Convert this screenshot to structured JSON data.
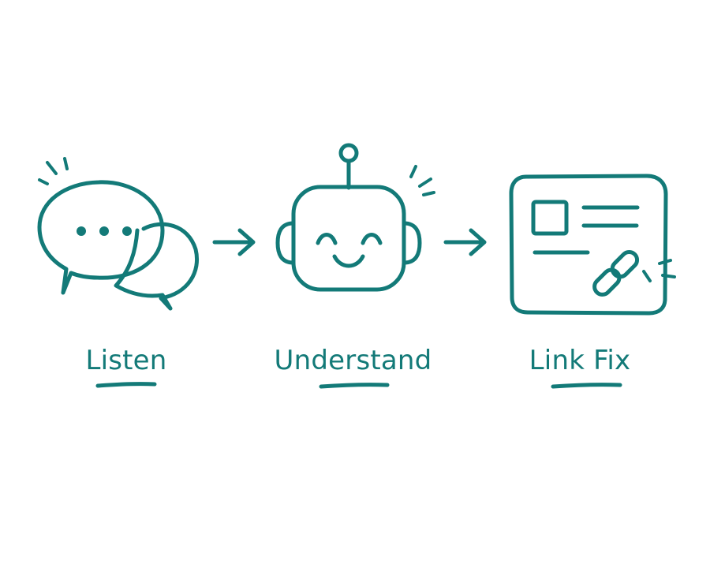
{
  "steps": [
    {
      "label": "Listen",
      "icon": "chat-bubbles-icon"
    },
    {
      "label": "Understand",
      "icon": "robot-face-icon"
    },
    {
      "label": "Link Fix",
      "icon": "web-page-link-icon"
    }
  ],
  "accent_color": "#137a78",
  "background_color": "#ffffff"
}
